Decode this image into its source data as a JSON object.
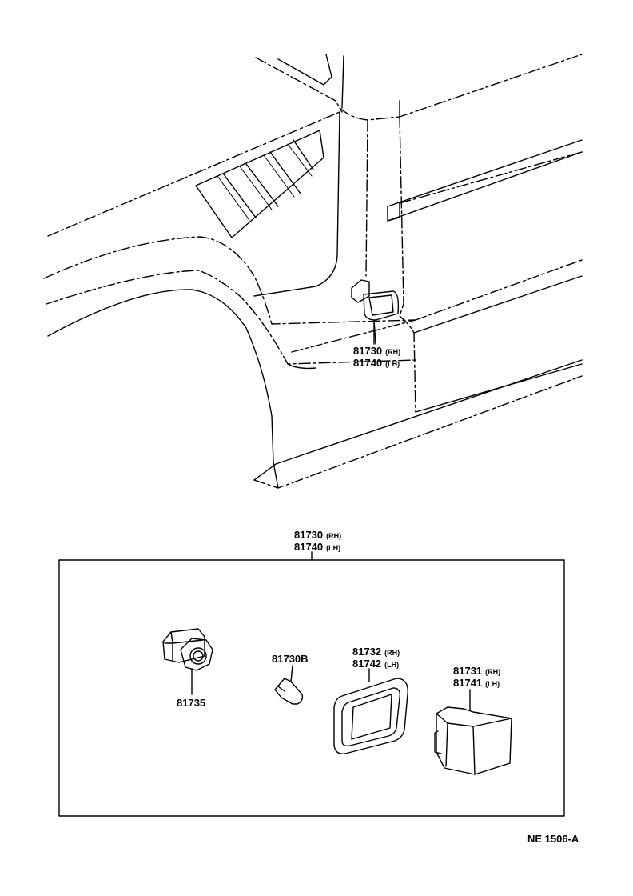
{
  "callouts": {
    "assembly_top": {
      "rh": "81730",
      "rh_sfx": "(RH)",
      "lh": "81740",
      "lh_sfx": "(LH)"
    },
    "assembly_box": {
      "rh": "81730",
      "rh_sfx": "(RH)",
      "lh": "81740",
      "lh_sfx": "(LH)"
    },
    "socket": "81735",
    "bulb": "81730B",
    "gasket": {
      "rh": "81732",
      "rh_sfx": "(RH)",
      "lh": "81742",
      "lh_sfx": "(LH)"
    },
    "lens": {
      "rh": "81731",
      "rh_sfx": "(RH)",
      "lh": "81741",
      "lh_sfx": "(LH)"
    }
  },
  "figure_code": "NE  1506-A",
  "colors": {
    "ink": "#000000",
    "paper": "#ffffff"
  }
}
